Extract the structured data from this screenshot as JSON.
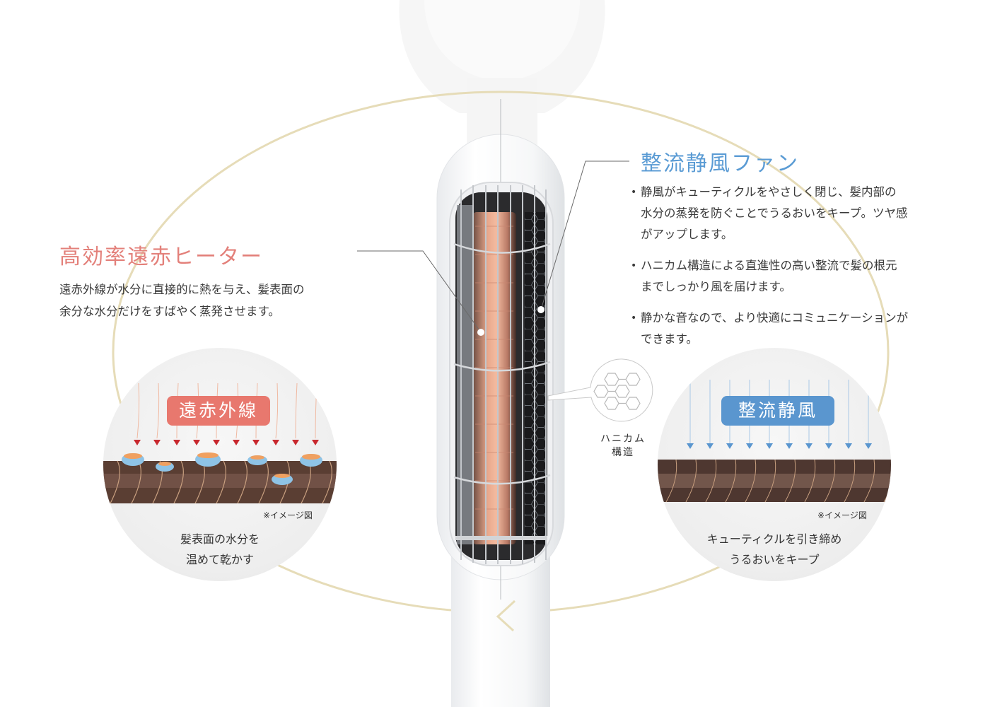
{
  "colors": {
    "heater_accent": "#e3807a",
    "fan_accent": "#5a9bd4",
    "orbit_ring": "#e6dcb8",
    "hair": "#5a3e33",
    "ir_arrow": "#c8282e",
    "wind_arrow": "#5a96cf"
  },
  "heater_section": {
    "title": "高効率遠赤ヒーター",
    "description_lines": [
      "遠赤外線が水分に直接的に熱を与え、髪表面の",
      "余分な水分だけをすばやく蒸発させます。"
    ]
  },
  "fan_section": {
    "title": "整流静風ファン",
    "bullets": [
      {
        "lines": [
          "静風がキューティクルをやさしく閉じ、髪内部の",
          "水分の蒸発を防ぐことでうるおいをキープ。ツヤ感",
          "がアップします。"
        ]
      },
      {
        "lines": [
          "ハニカム構造による直進性の高い整流で髪の根元",
          "までしっかり風を届けます。"
        ]
      },
      {
        "lines": [
          "静かな音なので、より快適にコミュニケーションが",
          "できます。"
        ]
      }
    ]
  },
  "honeycomb_callout": {
    "icon": "honeycomb-icon",
    "label_lines": [
      "ハニカム",
      "構造"
    ]
  },
  "ir_illustration": {
    "badge": "遠赤外線",
    "arrow_count": 10,
    "note": "※イメージ図",
    "caption_lines": [
      "髪表面の水分を",
      "温めて乾かす"
    ]
  },
  "wind_illustration": {
    "badge": "整流静風",
    "arrow_count": 10,
    "note": "※イメージ図",
    "caption_lines": [
      "キューティクルを引き締め",
      "うるおいをキープ"
    ]
  }
}
